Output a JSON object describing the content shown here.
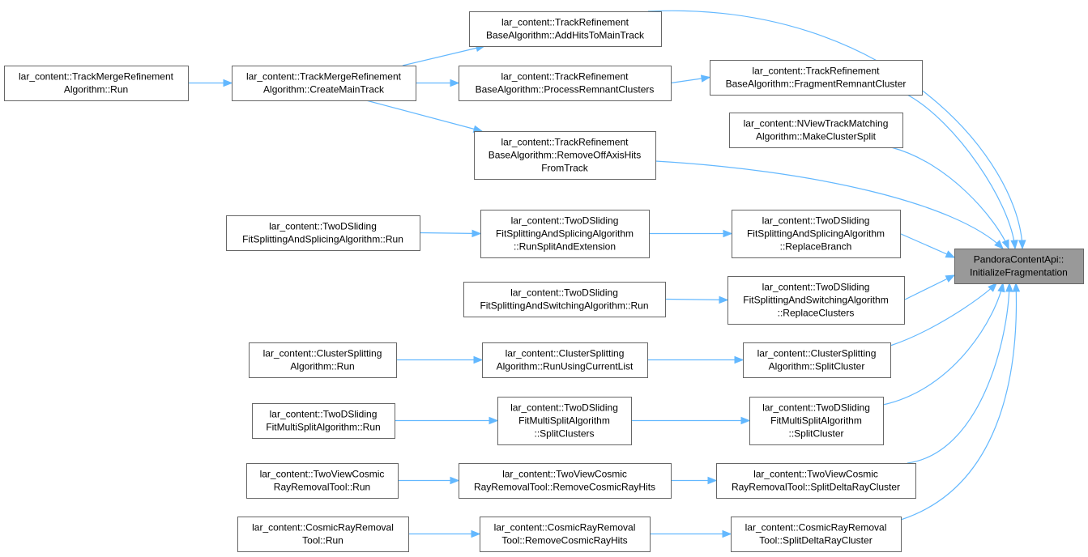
{
  "graph": {
    "nodes": [
      {
        "id": "target",
        "lines": [
          "PandoraContentApi::",
          "InitializeFragmentation"
        ],
        "target": true
      },
      {
        "id": "add_hits",
        "lines": [
          "lar_content::TrackRefinement",
          "BaseAlgorithm::AddHitsToMainTrack"
        ]
      },
      {
        "id": "merge_run",
        "lines": [
          "lar_content::TrackMergeRefinement",
          "Algorithm::Run"
        ]
      },
      {
        "id": "create_main",
        "lines": [
          "lar_content::TrackMergeRefinement",
          "Algorithm::CreateMainTrack"
        ]
      },
      {
        "id": "process_remnant",
        "lines": [
          "lar_content::TrackRefinement",
          "BaseAlgorithm::ProcessRemnantClusters"
        ]
      },
      {
        "id": "fragment_remnant",
        "lines": [
          "lar_content::TrackRefinement",
          "BaseAlgorithm::FragmentRemnantCluster"
        ]
      },
      {
        "id": "nview_split",
        "lines": [
          "lar_content::NViewTrackMatching",
          "Algorithm::MakeClusterSplit"
        ]
      },
      {
        "id": "remove_offaxis",
        "lines": [
          "lar_content::TrackRefinement",
          "BaseAlgorithm::RemoveOffAxisHits",
          "FromTrack"
        ]
      },
      {
        "id": "splicing_run",
        "lines": [
          "lar_content::TwoDSliding",
          "FitSplittingAndSplicingAlgorithm::Run"
        ]
      },
      {
        "id": "splicing_runsplit",
        "lines": [
          "lar_content::TwoDSliding",
          "FitSplittingAndSplicingAlgorithm",
          "::RunSplitAndExtension"
        ]
      },
      {
        "id": "splicing_replace",
        "lines": [
          "lar_content::TwoDSliding",
          "FitSplittingAndSplicingAlgorithm",
          "::ReplaceBranch"
        ]
      },
      {
        "id": "switching_run",
        "lines": [
          "lar_content::TwoDSliding",
          "FitSplittingAndSwitchingAlgorithm::Run"
        ]
      },
      {
        "id": "switching_replace",
        "lines": [
          "lar_content::TwoDSliding",
          "FitSplittingAndSwitchingAlgorithm",
          "::ReplaceClusters"
        ]
      },
      {
        "id": "cs_run",
        "lines": [
          "lar_content::ClusterSplitting",
          "Algorithm::Run"
        ]
      },
      {
        "id": "cs_runusing",
        "lines": [
          "lar_content::ClusterSplitting",
          "Algorithm::RunUsingCurrentList"
        ]
      },
      {
        "id": "cs_split",
        "lines": [
          "lar_content::ClusterSplitting",
          "Algorithm::SplitCluster"
        ]
      },
      {
        "id": "multi_run",
        "lines": [
          "lar_content::TwoDSliding",
          "FitMultiSplitAlgorithm::Run"
        ]
      },
      {
        "id": "multi_splitclusters",
        "lines": [
          "lar_content::TwoDSliding",
          "FitMultiSplitAlgorithm",
          "::SplitClusters"
        ]
      },
      {
        "id": "multi_splitcluster",
        "lines": [
          "lar_content::TwoDSliding",
          "FitMultiSplitAlgorithm",
          "::SplitCluster"
        ]
      },
      {
        "id": "tv_run",
        "lines": [
          "lar_content::TwoViewCosmic",
          "RayRemovalTool::Run"
        ]
      },
      {
        "id": "tv_remove",
        "lines": [
          "lar_content::TwoViewCosmic",
          "RayRemovalTool::RemoveCosmicRayHits"
        ]
      },
      {
        "id": "tv_split",
        "lines": [
          "lar_content::TwoViewCosmic",
          "RayRemovalTool::SplitDeltaRayCluster"
        ]
      },
      {
        "id": "cr_run",
        "lines": [
          "lar_content::CosmicRayRemoval",
          "Tool::Run"
        ]
      },
      {
        "id": "cr_remove",
        "lines": [
          "lar_content::CosmicRayRemoval",
          "Tool::RemoveCosmicRayHits"
        ]
      },
      {
        "id": "cr_split",
        "lines": [
          "lar_content::CosmicRayRemoval",
          "Tool::SplitDeltaRayCluster"
        ]
      }
    ],
    "edges": [
      {
        "from": "merge_run",
        "to": "create_main"
      },
      {
        "from": "create_main",
        "to": "add_hits"
      },
      {
        "from": "create_main",
        "to": "process_remnant"
      },
      {
        "from": "create_main",
        "to": "remove_offaxis"
      },
      {
        "from": "add_hits",
        "to": "target"
      },
      {
        "from": "process_remnant",
        "to": "fragment_remnant"
      },
      {
        "from": "fragment_remnant",
        "to": "target"
      },
      {
        "from": "nview_split",
        "to": "target"
      },
      {
        "from": "remove_offaxis",
        "to": "target"
      },
      {
        "from": "splicing_run",
        "to": "splicing_runsplit"
      },
      {
        "from": "splicing_runsplit",
        "to": "splicing_replace"
      },
      {
        "from": "splicing_replace",
        "to": "target"
      },
      {
        "from": "switching_run",
        "to": "switching_replace"
      },
      {
        "from": "switching_replace",
        "to": "target"
      },
      {
        "from": "cs_run",
        "to": "cs_runusing"
      },
      {
        "from": "cs_runusing",
        "to": "cs_split"
      },
      {
        "from": "cs_split",
        "to": "target"
      },
      {
        "from": "multi_run",
        "to": "multi_splitclusters"
      },
      {
        "from": "multi_splitclusters",
        "to": "multi_splitcluster"
      },
      {
        "from": "multi_splitcluster",
        "to": "target"
      },
      {
        "from": "tv_run",
        "to": "tv_remove"
      },
      {
        "from": "tv_remove",
        "to": "tv_split"
      },
      {
        "from": "tv_split",
        "to": "target"
      },
      {
        "from": "cr_run",
        "to": "cr_remove"
      },
      {
        "from": "cr_remove",
        "to": "cr_split"
      },
      {
        "from": "cr_split",
        "to": "target"
      }
    ]
  },
  "colors": {
    "edge": "#63b8ff",
    "node_border": "#666666",
    "target_fill": "#999999",
    "node_fill": "#ffffff",
    "text": "#000000"
  }
}
